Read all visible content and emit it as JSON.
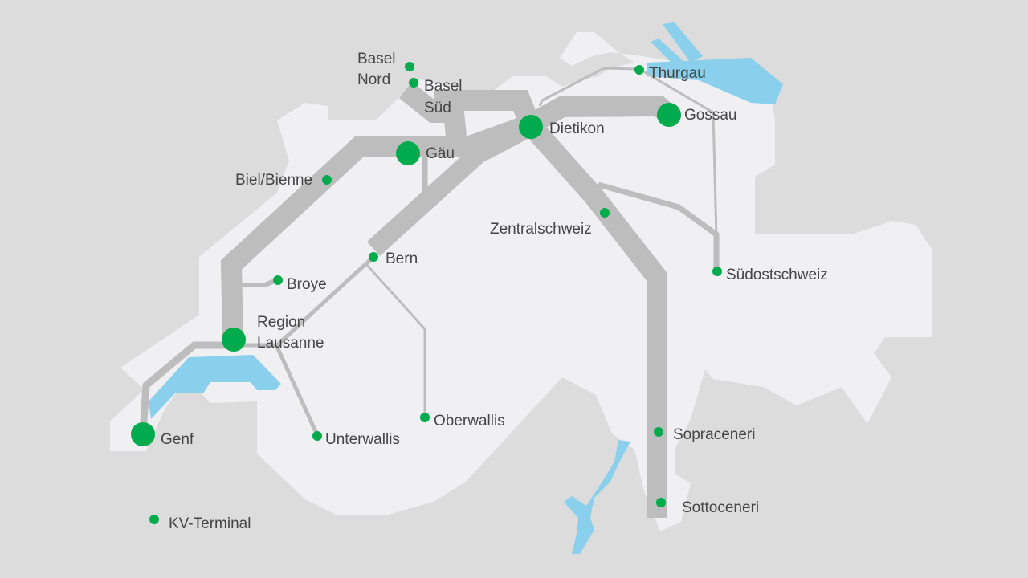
{
  "colors": {
    "background": "#dcdcdc",
    "land": "#f0f0f3",
    "lake": "#8ad0ec",
    "route": "#bdbdbd",
    "terminal": "#00ab4e",
    "text": "#454545"
  },
  "terminals": {
    "basel_nord": {
      "line1": "Basel",
      "line2": "Nord",
      "size": "small"
    },
    "basel_sued": {
      "line1": "Basel",
      "line2": "Süd",
      "size": "small"
    },
    "thurgau": {
      "label": "Thurgau",
      "size": "small"
    },
    "gossau": {
      "label": "Gossau",
      "size": "large"
    },
    "dietikon": {
      "label": "Dietikon",
      "size": "large"
    },
    "gaeu": {
      "label": "Gäu",
      "size": "large"
    },
    "biel": {
      "label": "Biel/Bienne",
      "size": "small"
    },
    "zentralschweiz": {
      "label": "Zentralschweiz",
      "size": "small"
    },
    "bern": {
      "label": "Bern",
      "size": "small"
    },
    "suedostschweiz": {
      "label": "Südostschweiz",
      "size": "small"
    },
    "broye": {
      "label": "Broye",
      "size": "small"
    },
    "lausanne": {
      "line1": "Region",
      "line2": "Lausanne",
      "size": "large"
    },
    "genf": {
      "label": "Genf",
      "size": "large"
    },
    "unterwallis": {
      "label": "Unterwallis",
      "size": "small"
    },
    "oberwallis": {
      "label": "Oberwallis",
      "size": "small"
    },
    "sopraceneri": {
      "label": "Sopraceneri",
      "size": "small"
    },
    "sottoceneri": {
      "label": "Sottoceneri",
      "size": "small"
    }
  },
  "legend": {
    "label": "KV-Terminal",
    "icon": "green-dot"
  }
}
